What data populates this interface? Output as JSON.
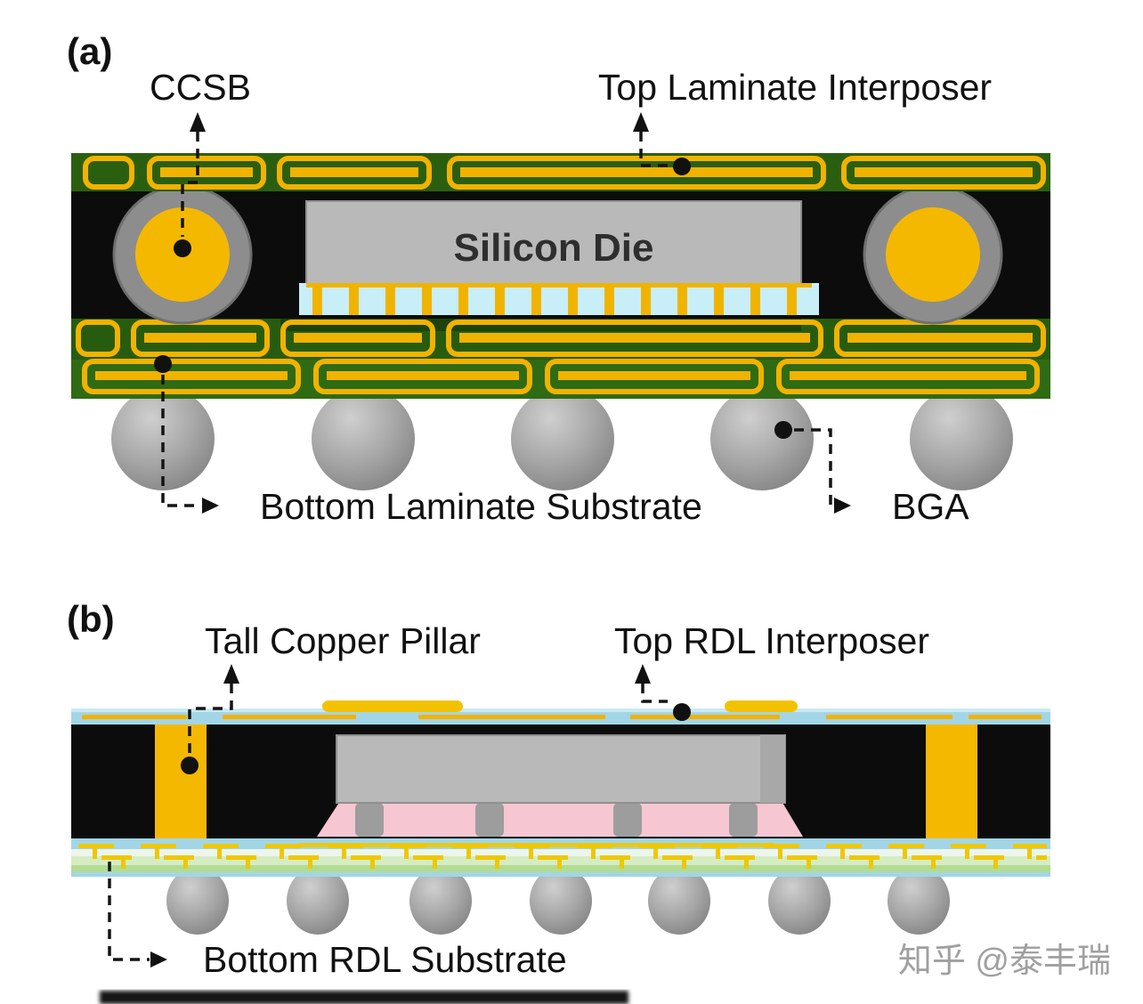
{
  "figure": {
    "panel_a": {
      "tag": "(a)",
      "labels": {
        "ccsb": "CCSB",
        "top_interposer": "Top Laminate Interposer",
        "silicon_die": "Silicon Die",
        "bottom_substrate": "Bottom Laminate Substrate",
        "bga": "BGA"
      }
    },
    "panel_b": {
      "tag": "(b)",
      "labels": {
        "tall_copper_pillar": "Tall Copper Pillar",
        "top_rdl_interposer": "Top RDL Interposer",
        "bottom_rdl_substrate": "Bottom RDL Substrate"
      }
    },
    "watermark": "知乎 @泰丰瑞"
  },
  "colors": {
    "laminate_green": "#2f6b12",
    "laminate_dark_green": "#1b430a",
    "copper_yellow": "#f2b200",
    "mold_black": "#0c0c0c",
    "die_gray": "#b9b9b9",
    "solder_gray": "#9d9d9d",
    "microbump_cyan": "#c8eef8",
    "underfill_pink": "#f6c6d2",
    "rdl_blue": "#a2d6e6",
    "rdl_green": "#b2dc96"
  }
}
